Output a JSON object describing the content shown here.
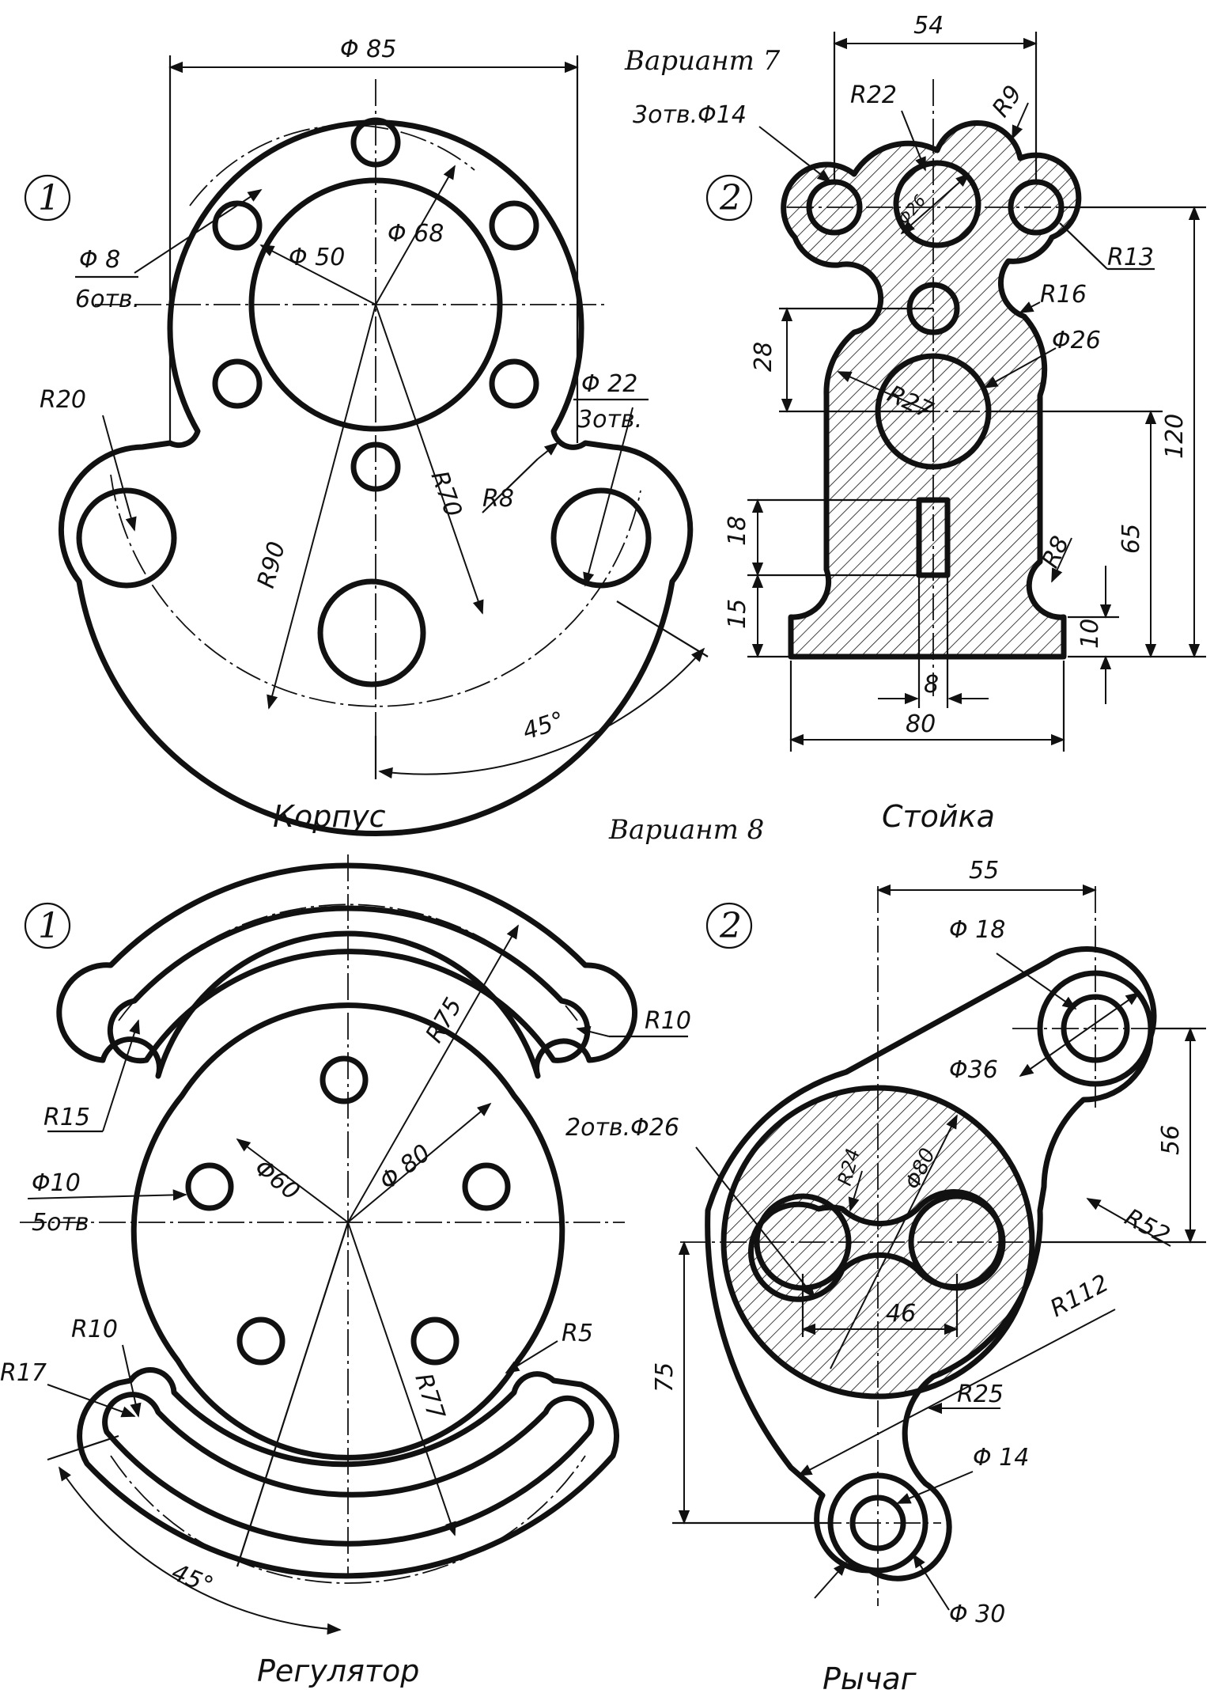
{
  "variants": {
    "v7": "Вариант 7",
    "v8": "Вариант 8"
  },
  "drawings": {
    "korpus": {
      "number": "1",
      "caption": "Корпус",
      "dims": {
        "outer_dia": "Φ 85",
        "holes_small": "Φ 8",
        "holes_small_count": "6отв.",
        "inner_dia": "Φ 50",
        "mid_dia": "Φ 68",
        "r20": "R20",
        "holes_big": "Φ 22",
        "holes_big_count": "3отв.",
        "r70": "R70",
        "r8": "R8",
        "r90": "R90",
        "angle": "45°"
      }
    },
    "stoika": {
      "number": "2",
      "caption": "Стойка",
      "dims": {
        "top_width": "54",
        "holes": "3отв.Φ14",
        "r22": "R22",
        "r9": "R9",
        "d26_small": "Φ26",
        "r13": "R13",
        "r16": "R16",
        "d26": "Φ26",
        "d28": "28",
        "r27": "R27",
        "h120": "120",
        "h65": "65",
        "h18": "18",
        "h15": "15",
        "r8": "R8",
        "h10": "10",
        "slot": "8",
        "base": "80"
      }
    },
    "regulyator": {
      "number": "1",
      "caption": "Регулятор",
      "dims": {
        "r75": "R75",
        "r10_top": "R10",
        "r15": "R15",
        "d60": "Φ60",
        "d80": "Φ 80",
        "holes": "Φ10",
        "holes_count": "5отв",
        "r10_bottom": "R10",
        "r5": "R5",
        "r17": "R17",
        "r77": "R77",
        "angle": "45°"
      }
    },
    "rychag": {
      "number": "2",
      "caption": "Рычаг",
      "dims": {
        "w55": "55",
        "d18": "Φ 18",
        "d36": "Φ36",
        "holes": "2отв.Φ26",
        "r24": "R24",
        "d80": "Φ80",
        "h56": "56",
        "r52": "R52",
        "r112": "R112",
        "w46": "46",
        "h75": "75",
        "r25": "R25",
        "d14": "Φ 14",
        "d30": "Φ 30"
      }
    }
  }
}
